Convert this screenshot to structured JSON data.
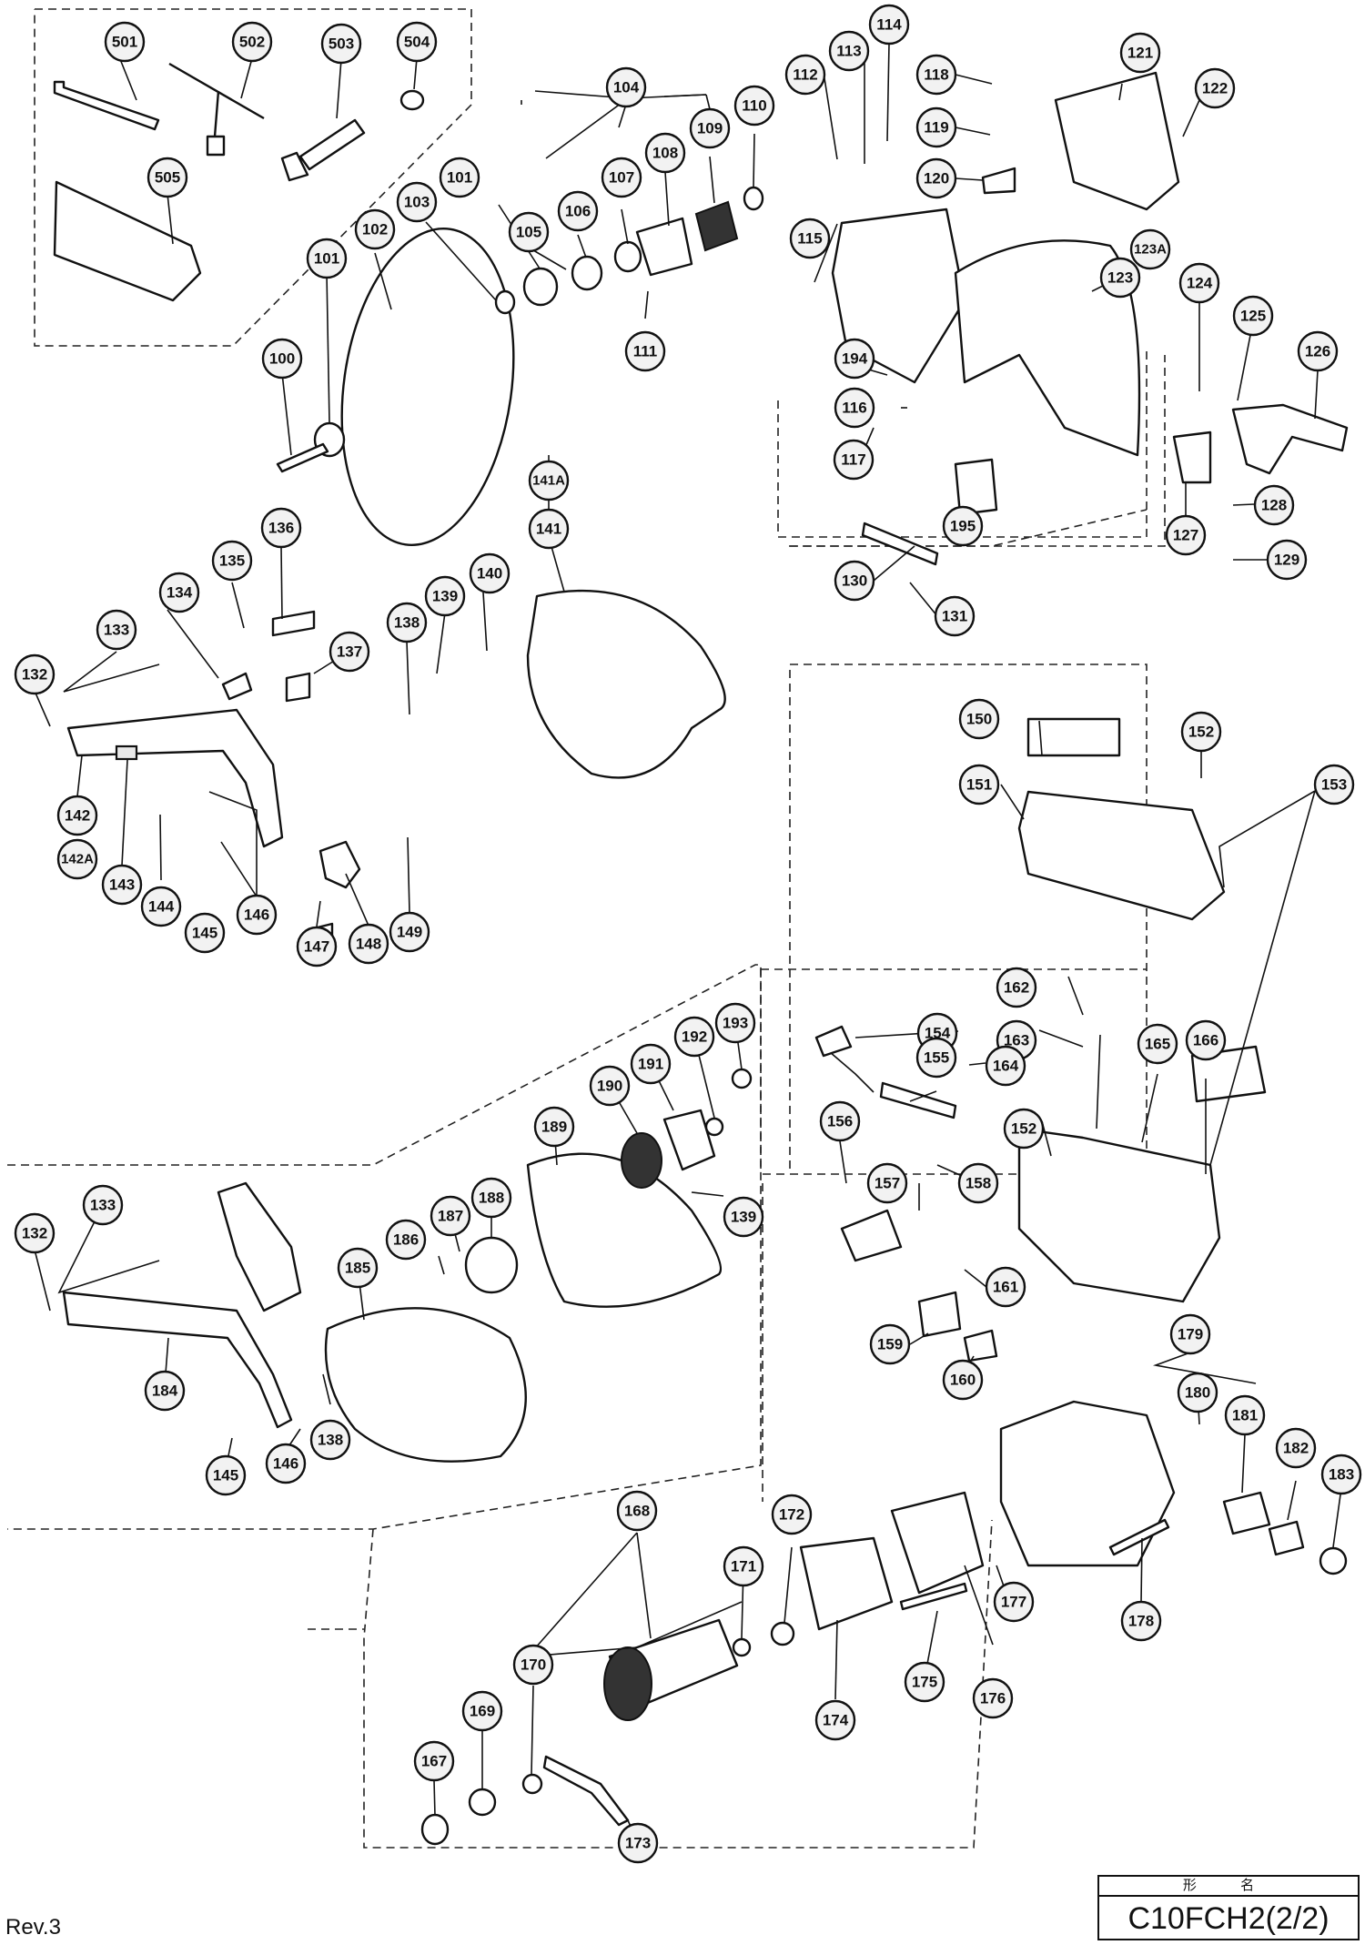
{
  "callouts": {
    "p501": "501",
    "p502": "502",
    "p503": "503",
    "p504": "504",
    "p505": "505",
    "p100": "100",
    "p101a": "101",
    "p101b": "101",
    "p102": "102",
    "p103": "103",
    "p104": "104",
    "p105": "105",
    "p106": "106",
    "p107": "107",
    "p108": "108",
    "p109": "109",
    "p110": "110",
    "p111": "111",
    "p112": "112",
    "p113": "113",
    "p114": "114",
    "p115": "115",
    "p116": "116",
    "p117": "117",
    "p118": "118",
    "p119": "119",
    "p120": "120",
    "p121": "121",
    "p122": "122",
    "p123": "123",
    "p123A": "123A",
    "p124": "124",
    "p125": "125",
    "p126": "126",
    "p127": "127",
    "p128": "128",
    "p129": "129",
    "p130": "130",
    "p131": "131",
    "p132a": "132",
    "p133a": "133",
    "p134": "134",
    "p135": "135",
    "p136": "136",
    "p137": "137",
    "p138a": "138",
    "p139a": "139",
    "p140": "140",
    "p141": "141",
    "p141A": "141A",
    "p142": "142",
    "p142A": "142A",
    "p143": "143",
    "p144": "144",
    "p145a": "145",
    "p146a": "146",
    "p147": "147",
    "p148": "148",
    "p149": "149",
    "p150": "150",
    "p151": "151",
    "p152a": "152",
    "p152b": "152",
    "p153": "153",
    "p154": "154",
    "p155": "155",
    "p156": "156",
    "p157": "157",
    "p158": "158",
    "p159": "159",
    "p160": "160",
    "p161": "161",
    "p162": "162",
    "p163": "163",
    "p164": "164",
    "p165": "165",
    "p166": "166",
    "p167": "167",
    "p168": "168",
    "p169": "169",
    "p170": "170",
    "p171": "171",
    "p172": "172",
    "p173": "173",
    "p174": "174",
    "p175": "175",
    "p176": "176",
    "p177": "177",
    "p178": "178",
    "p179": "179",
    "p180": "180",
    "p181": "181",
    "p182": "182",
    "p183": "183",
    "p184": "184",
    "p185": "185",
    "p186": "186",
    "p187": "187",
    "p188": "188",
    "p189": "189",
    "p190": "190",
    "p191": "191",
    "p192": "192",
    "p193": "193",
    "p194": "194",
    "p195": "195",
    "p132b": "132",
    "p133b": "133",
    "p138b": "138",
    "p139b": "139",
    "p145b": "145",
    "p146b": "146"
  },
  "revision": "Rev.3",
  "model_label_header": "形 名",
  "model_name": "C10FCH2(2/2)"
}
